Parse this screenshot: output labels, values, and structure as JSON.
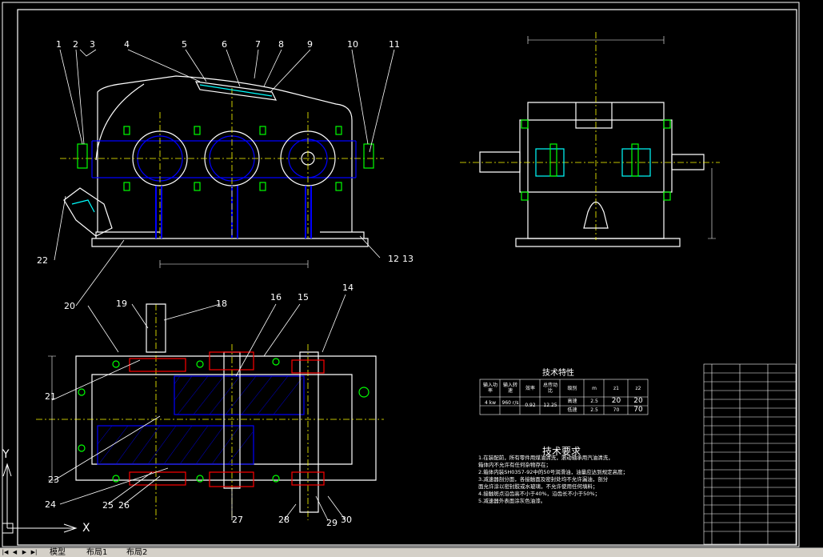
{
  "balloons_top": [
    "1",
    "2",
    "3",
    "4",
    "5",
    "6",
    "7",
    "8",
    "9",
    "10",
    "11"
  ],
  "balloons_side": [
    "22",
    "12",
    "13",
    "20"
  ],
  "balloons_plan": [
    "19",
    "18",
    "16",
    "15",
    "14",
    "21",
    "23",
    "24",
    "25",
    "26",
    "27",
    "28",
    "29",
    "30"
  ],
  "spec_table": {
    "title": "技术特性",
    "headers": [
      "输入功率",
      "输入转速",
      "效率",
      "总传动比",
      "级别",
      "m",
      "z1",
      "z2"
    ],
    "row1": [
      "4 kw",
      "960 r/s",
      "0.92",
      "12.25",
      "高速",
      "2.5",
      "20",
      "20"
    ],
    "row2": [
      "",
      "",
      "",
      "",
      "低速",
      "2.5",
      "70",
      "70"
    ]
  },
  "requirements": {
    "title": "技术要求",
    "items": [
      "1.在装配前，所有零件用煤油清洗，滚动轴承用汽油清洗，",
      "   箱体内不允许有任何杂物存在；",
      "2.箱体内装SH0357-92中的50号润滑油，油量应达到规定高度；",
      "3.减速器剖分面，各接触面及密封处均不允许漏油，剖分",
      "   面允许涂以密封胶或水玻璃，不允许使用任何填料；",
      "4.接触斑点沿齿高不小于40%，沿齿长不小于50%；",
      "5.减速器外表面涂灰色油漆。"
    ]
  },
  "tabs": [
    "模型",
    "布局1",
    "布局2"
  ],
  "ucs": {
    "x": "X",
    "y": "Y"
  },
  "colors": {
    "bg": "#000000",
    "line": "#ffffff",
    "blue": "#0000ff",
    "green": "#00ff00",
    "red": "#ff0000",
    "yellow": "#ffff00",
    "cyan": "#00ffff"
  }
}
